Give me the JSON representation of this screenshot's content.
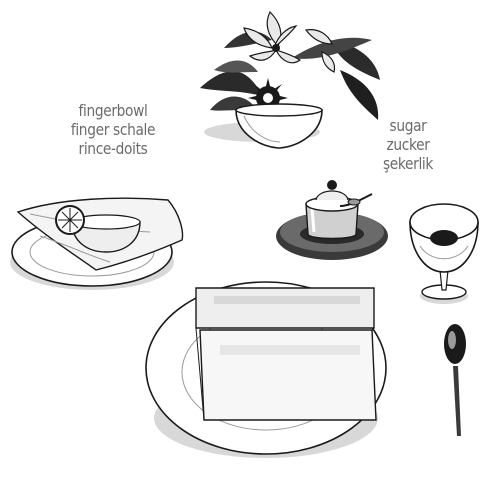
{
  "labels": {
    "fingerbowl": [
      "fingerbowl",
      "finger schale",
      "rince-doits"
    ],
    "sugar": [
      "sugar",
      "zucker",
      "şekerlik"
    ]
  },
  "colors": {
    "ink": "#1a1a1a",
    "shade_dark": "#3a3a3a",
    "shade_mid": "#9a9a9a",
    "shade_light": "#d8d8d8",
    "label": "#6b6b6b"
  }
}
